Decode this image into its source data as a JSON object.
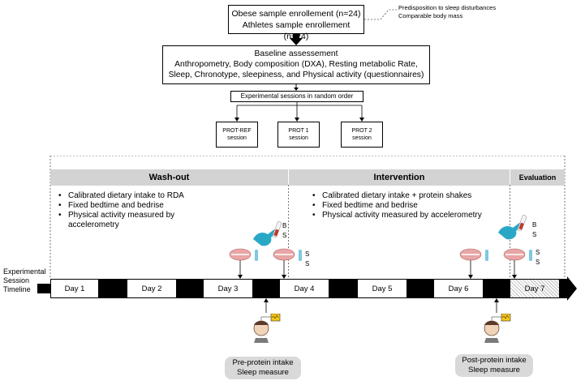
{
  "enrollment": {
    "line1": "Obese sample enrollement (n=24)",
    "line2": "Athletes sample enrollement (n=24)"
  },
  "side_note": {
    "line1": "Predisposition to sleep disturbances",
    "line2": "Comparable body mass"
  },
  "baseline": {
    "title": "Baseline assessement",
    "line1": "Anthropometry, Body composition (DXA), Resting metabolic Rate,",
    "line2": "Sleep, Chronotype, sleepiness, and Physical activity (questionnaires)"
  },
  "sessions_header": "Experimental sessions in random order",
  "sessions": [
    {
      "name": "PROT-REF",
      "sub": "session"
    },
    {
      "name": "PROT 1",
      "sub": "session"
    },
    {
      "name": "PROT 2",
      "sub": "session"
    }
  ],
  "phases": {
    "washout": "Wash-out",
    "intervention": "Intervention",
    "evaluation": "Evaluation"
  },
  "washout_bullets": [
    "Calibrated dietary intake to RDA",
    "Fixed bedtime and bedrise",
    "Physical activity measured by",
    "accelerometry"
  ],
  "intervention_bullets": [
    "Calibrated dietary intake + protein shakes",
    "Fixed bedtime and bedrise",
    "Physical activity measured by accelerometry"
  ],
  "timeline_label": [
    "Experimental",
    "Session",
    "Timeline"
  ],
  "days": [
    "Day 1",
    "Day 2",
    "Day 3",
    "Day 4",
    "Day 5",
    "Day 6",
    "Day 7"
  ],
  "sample_letters": {
    "blood_day3": [
      "B",
      "S"
    ],
    "saliva_day3": [
      "S",
      "S"
    ],
    "blood_day7": [
      "B",
      "S"
    ],
    "saliva_day7": [
      "S",
      "S"
    ]
  },
  "sleep_notes": [
    {
      "line1": "Pre-protein intake",
      "line2": "Sleep measure"
    },
    {
      "line1": "Post-protein intake",
      "line2": "Sleep measure"
    }
  ],
  "colors": {
    "phase_bar": "#d3d3d3",
    "glove": "#29a8c6",
    "mouth": "#e8a6a6",
    "tube_red": "#c0392b",
    "tube_blue": "#7ec8e3"
  }
}
